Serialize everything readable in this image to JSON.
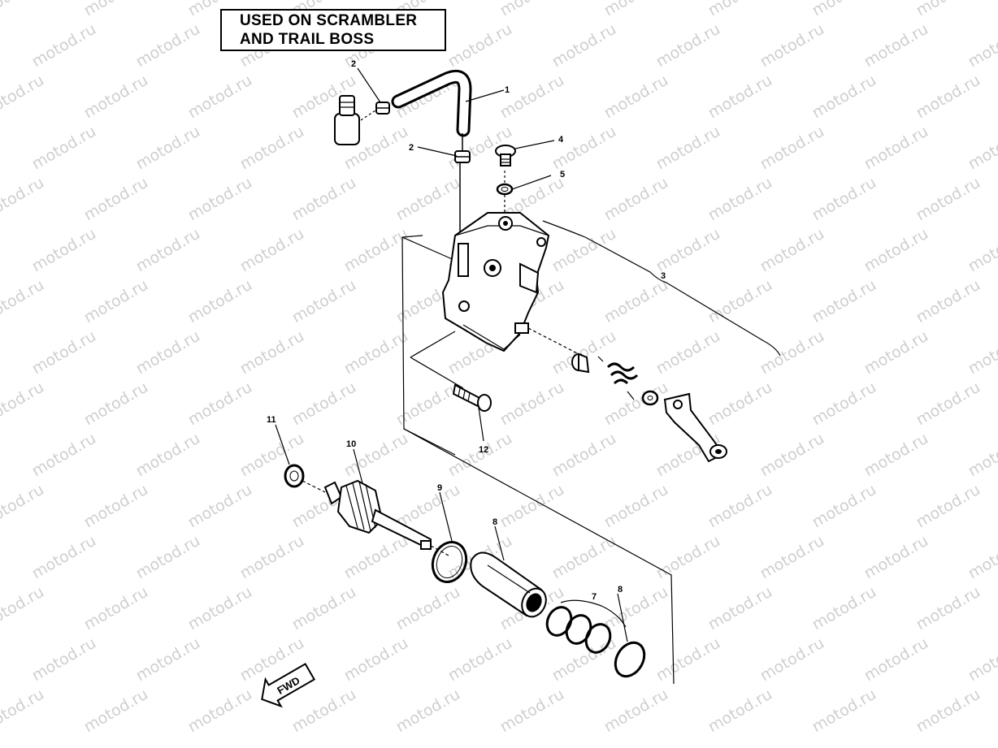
{
  "title_lines": [
    "USED ON SCRAMBLER",
    "AND TRAIL BOSS"
  ],
  "watermark_text": "motod.ru",
  "fwd_label": "FWD",
  "callouts": {
    "c1": "1",
    "c2a": "2",
    "c2b": "2",
    "c3": "3",
    "c4": "4",
    "c5": "5",
    "c7": "7",
    "c8a": "8",
    "c8b": "8",
    "c9": "9",
    "c10": "10",
    "c11": "11",
    "c12": "12"
  }
}
